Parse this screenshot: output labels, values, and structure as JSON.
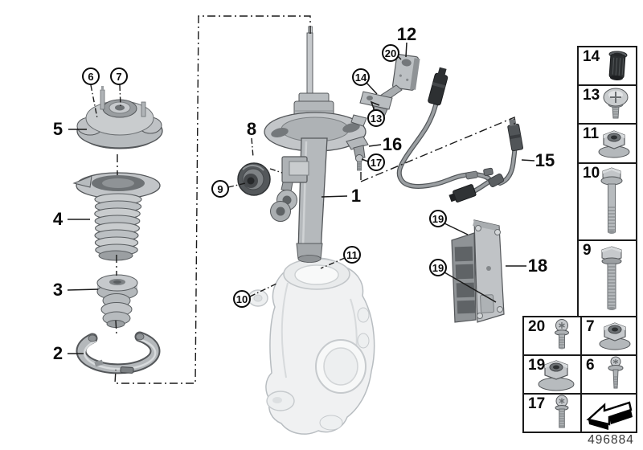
{
  "diagram": {
    "type": "exploded-parts-diagram",
    "subject": "front-spring-strut-and-mounting-parts",
    "footer": {
      "doc_number": "496884"
    },
    "colors": {
      "line": "#1a1a1a",
      "part_gray": "#b5b9bc",
      "dark_part": "#2d3032",
      "ghost_part": "#f0f1f2"
    },
    "callouts": {
      "plain": {
        "1": "1",
        "2": "2",
        "3": "3",
        "4": "4",
        "5": "5",
        "8": "8",
        "12": "12",
        "15": "15",
        "16": "16",
        "18": "18"
      },
      "circled": {
        "6": "6",
        "7": "7",
        "9": "9",
        "10": "10",
        "11": "11",
        "13": "13",
        "14": "14",
        "17": "17",
        "19": "19",
        "20": "20"
      }
    },
    "legend": {
      "column": [
        {
          "label": "14",
          "icon": "blind-rivet-nut-icon"
        },
        {
          "label": "13",
          "icon": "pan-head-screw-icon"
        },
        {
          "label": "11",
          "icon": "flange-nut-icon"
        },
        {
          "label": "10",
          "icon": "hex-bolt-icon"
        },
        {
          "label": "9",
          "icon": "threaded-hex-bolt-icon"
        }
      ],
      "grid": [
        {
          "label": "20",
          "icon": "torx-screw-icon"
        },
        {
          "label": "7",
          "icon": "flange-nut-icon"
        },
        {
          "label": "19",
          "icon": "collar-nut-icon"
        },
        {
          "label": "6",
          "icon": "washer-screw-icon"
        },
        {
          "label": "17",
          "icon": "torx-screw-long-icon"
        },
        {
          "label": "",
          "icon": "direction-arrow-icon"
        }
      ]
    }
  }
}
